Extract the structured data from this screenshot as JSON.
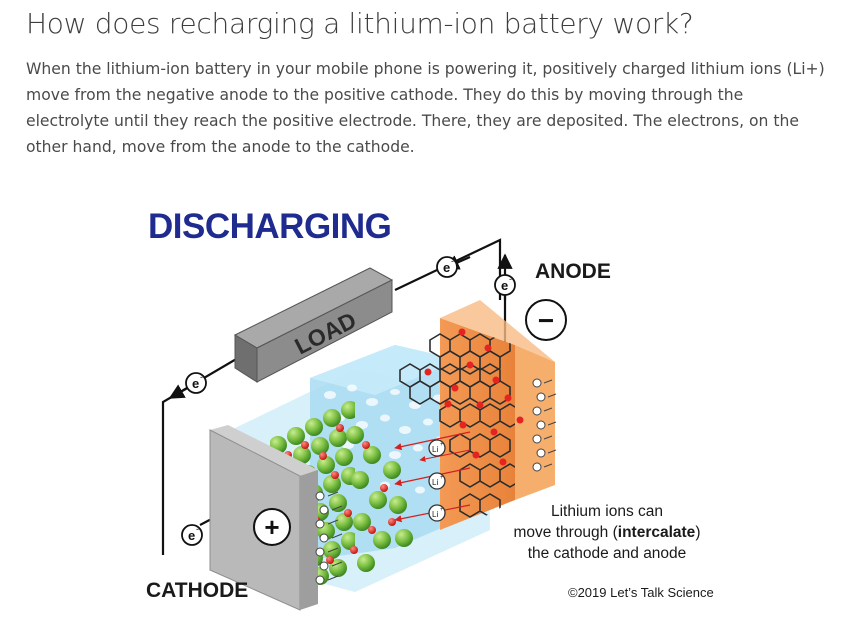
{
  "article": {
    "heading": "How does recharging a lithium-ion battery work?",
    "paragraph": "When the lithium-ion battery in your mobile phone is powering it, positively charged lithium ions (Li+) move from the negative anode to the positive cathode. They do this by moving through the electrolyte until they reach the positive electrode. There, they are deposited. The electrons, on the other hand, move from the anode to the cathode."
  },
  "diagram": {
    "title": "DISCHARGING",
    "load_label": "LOAD",
    "anode_label": "ANODE",
    "cathode_label": "CATHODE",
    "minus_sign": "−",
    "plus_sign": "+",
    "electron_symbol": "e",
    "electron_charge": "-",
    "lithium_ion_symbol": "Li",
    "lithium_ion_charge": "+",
    "caption_line1": "Lithium ions can",
    "caption_line2_pre": "move through (",
    "caption_line2_bold": "intercalate",
    "caption_line2_post": ")",
    "caption_line3": "the cathode and anode",
    "copyright": "©2019 Let’s Talk Science",
    "colors": {
      "title": "#1f2b8f",
      "anode": "#f0924a",
      "cathode_plate": "#b9b9b9",
      "electrolyte": "#bfe3f4",
      "cathode_particles": "#7cc043",
      "lithium": "#e52421",
      "load": "#8c8c8c"
    }
  }
}
